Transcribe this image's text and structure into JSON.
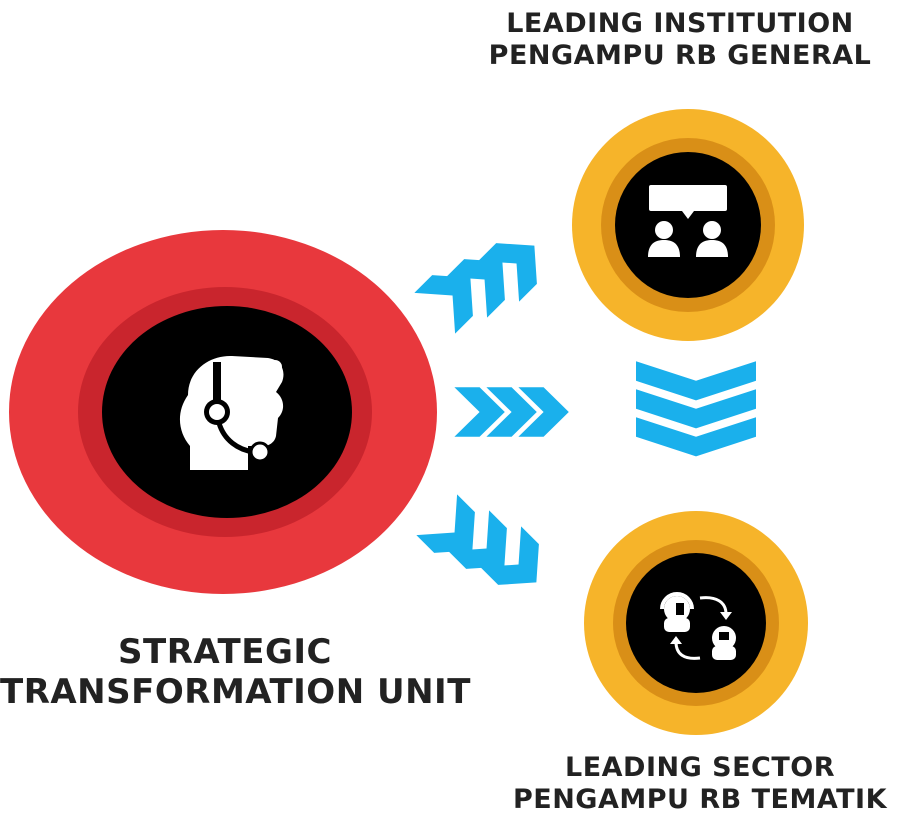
{
  "nodes": {
    "strategic_unit": {
      "title_line1": "STRATEGIC",
      "title_line2": "TRANSFORMATION UNIT",
      "icon": "headset-operator-icon",
      "color": "#e8383d"
    },
    "leading_institution": {
      "title_line1": "LEADING INSTITUTION",
      "title_line2": "PENGAMPU RB GENERAL",
      "icon": "presentation-meeting-icon",
      "color": "#f6b42a"
    },
    "leading_sector": {
      "title_line1": "LEADING SECTOR",
      "title_line2": "PENGAMPU RB TEMATIK",
      "icon": "people-exchange-icon",
      "color": "#f6b42a"
    }
  },
  "arrows": {
    "color": "#1ab0ec",
    "icon": "chevron-arrow-icon"
  }
}
